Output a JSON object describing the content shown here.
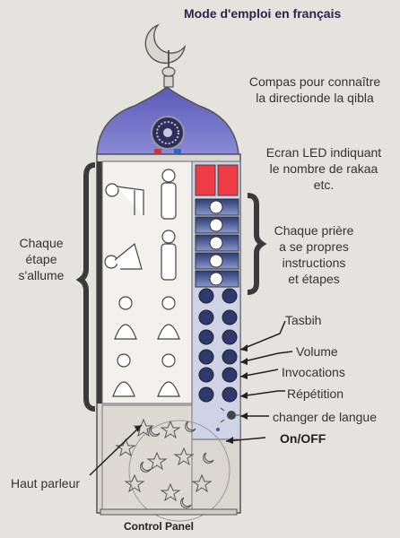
{
  "title": "Mode d'emploi en français",
  "callouts": {
    "compass": [
      "Compas pour connaître",
      "la directionde la qibla"
    ],
    "led": [
      "Ecran LED indiquant",
      "le nombre de rakaa",
      "etc."
    ],
    "prayer_steps": [
      "Chaque prière",
      "a se propres",
      "instructions",
      "et étapes"
    ],
    "each_step": [
      "Chaque",
      "étape",
      "s'allume"
    ],
    "tasbih": "Tasbih",
    "volume": "Volume",
    "invocations": "Invocations",
    "repetition": "Répétition",
    "language": "changer de langue",
    "onoff": "On/OFF",
    "speaker": "Haut parleur"
  },
  "footer": "Control Panel",
  "colors": {
    "dome": "#6f6fc8",
    "led": "#ee3b45",
    "button_bg": "#4a5a9a",
    "panel": "#cfd3e6",
    "body": "#d9d7cf"
  },
  "icons": {
    "compass": "compass-icon",
    "crescent": "crescent-icon",
    "speaker": "speaker-grille",
    "language": "language-switch-icon"
  }
}
